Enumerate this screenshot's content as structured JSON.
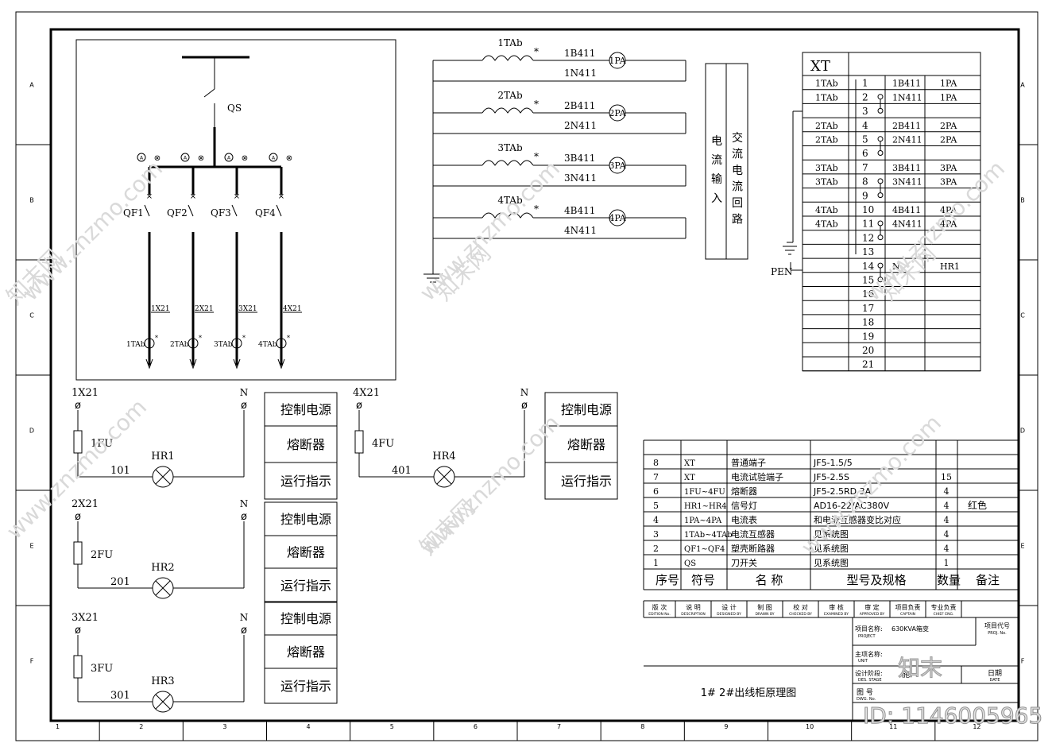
{
  "frame": {
    "rows": [
      "A",
      "B",
      "C",
      "D",
      "E",
      "F"
    ],
    "cols": [
      "1",
      "2",
      "3",
      "4",
      "5",
      "6",
      "7",
      "8",
      "9",
      "10",
      "11",
      "12"
    ]
  },
  "system": {
    "qs": "QS",
    "breakers": [
      "QF1",
      "QF2",
      "QF3",
      "QF4"
    ],
    "cables": [
      "1X21",
      "2X21",
      "3X21",
      "4X21"
    ],
    "cts": [
      "1TAb",
      "2TAb",
      "3TAb",
      "4TAb"
    ],
    "meter_symbols": [
      "A",
      "⊗"
    ]
  },
  "ct_circuits": [
    {
      "ct": "1TAb",
      "star": "*",
      "b": "1B411",
      "n": "1N411",
      "pa": "1PA"
    },
    {
      "ct": "2TAb",
      "star": "*",
      "b": "2B411",
      "n": "2N411",
      "pa": "2PA"
    },
    {
      "ct": "3TAb",
      "star": "*",
      "b": "3B411",
      "n": "3N411",
      "pa": "3PA"
    },
    {
      "ct": "4TAb",
      "star": "*",
      "b": "4B411",
      "n": "4N411",
      "pa": "4PA"
    }
  ],
  "vertical_labels": {
    "left": "电流输入",
    "right": "交流电流回路"
  },
  "terminal": {
    "title": "XT",
    "pen": "PEN",
    "rows": [
      {
        "ct": "1TAb",
        "no": "1",
        "wire": "1B411",
        "dev": "1PA"
      },
      {
        "ct": "1TAb",
        "no": "2",
        "wire": "1N411",
        "dev": "1PA"
      },
      {
        "ct": "",
        "no": "3",
        "wire": "",
        "dev": ""
      },
      {
        "ct": "2TAb",
        "no": "4",
        "wire": "2B411",
        "dev": "2PA"
      },
      {
        "ct": "2TAb",
        "no": "5",
        "wire": "2N411",
        "dev": "2PA"
      },
      {
        "ct": "",
        "no": "6",
        "wire": "",
        "dev": ""
      },
      {
        "ct": "3TAb",
        "no": "7",
        "wire": "3B411",
        "dev": "3PA"
      },
      {
        "ct": "3TAb",
        "no": "8",
        "wire": "3N411",
        "dev": "3PA"
      },
      {
        "ct": "",
        "no": "9",
        "wire": "",
        "dev": ""
      },
      {
        "ct": "4TAb",
        "no": "10",
        "wire": "4B411",
        "dev": "4PA"
      },
      {
        "ct": "4TAb",
        "no": "11",
        "wire": "4N411",
        "dev": "4PA"
      },
      {
        "ct": "",
        "no": "12",
        "wire": "",
        "dev": ""
      },
      {
        "ct": "",
        "no": "13",
        "wire": "",
        "dev": ""
      },
      {
        "ct": "",
        "no": "14",
        "wire": "N",
        "dev": "HR1"
      },
      {
        "ct": "",
        "no": "15",
        "wire": "",
        "dev": ""
      },
      {
        "ct": "",
        "no": "16",
        "wire": "",
        "dev": ""
      },
      {
        "ct": "",
        "no": "17",
        "wire": "",
        "dev": ""
      },
      {
        "ct": "",
        "no": "18",
        "wire": "",
        "dev": ""
      },
      {
        "ct": "",
        "no": "19",
        "wire": "",
        "dev": ""
      },
      {
        "ct": "",
        "no": "20",
        "wire": "",
        "dev": ""
      },
      {
        "ct": "",
        "no": "21",
        "wire": "",
        "dev": ""
      }
    ]
  },
  "control": {
    "circuits": [
      {
        "src": "1X21",
        "n": "N",
        "fu": "1FU",
        "wire": "101",
        "lamp": "HR1"
      },
      {
        "src": "2X21",
        "n": "N",
        "fu": "2FU",
        "wire": "201",
        "lamp": "HR2"
      },
      {
        "src": "3X21",
        "n": "N",
        "fu": "3FU",
        "wire": "301",
        "lamp": "HR3"
      },
      {
        "src": "4X21",
        "n": "N",
        "fu": "4FU",
        "wire": "401",
        "lamp": "HR4"
      }
    ],
    "labels": [
      "控制电源",
      "熔断器",
      "运行指示"
    ]
  },
  "bom": {
    "header": {
      "no": "序号",
      "sym": "符号",
      "name": "名 称",
      "spec": "型号及规格",
      "qty": "数量",
      "note": "备注"
    },
    "rows": [
      {
        "no": "8",
        "sym": "XT",
        "name": "普通端子",
        "spec": "JF5-1.5/5",
        "qty": "",
        "note": ""
      },
      {
        "no": "7",
        "sym": "XT",
        "name": "电流试验端子",
        "spec": "JF5-2.5S",
        "qty": "15",
        "note": ""
      },
      {
        "no": "6",
        "sym": "1FU~4FU",
        "name": "熔断器",
        "spec": "JF5-2.5RD 3A",
        "qty": "4",
        "note": ""
      },
      {
        "no": "5",
        "sym": "HR1~HR4",
        "name": "信号灯",
        "spec": "AD16-22/AC380V",
        "qty": "4",
        "note": "红色"
      },
      {
        "no": "4",
        "sym": "1PA~4PA",
        "name": "电流表",
        "spec": "和电流互感器变比对应",
        "qty": "4",
        "note": ""
      },
      {
        "no": "3",
        "sym": "1TAb~4TAb",
        "name": "电流互感器",
        "spec": "见系统图",
        "qty": "4",
        "note": ""
      },
      {
        "no": "2",
        "sym": "QF1~QF4",
        "name": "塑壳断路器",
        "spec": "见系统图",
        "qty": "4",
        "note": ""
      },
      {
        "no": "1",
        "sym": "QS",
        "name": "刀开关",
        "spec": "见系统图",
        "qty": "1",
        "note": ""
      }
    ]
  },
  "titleblock": {
    "sign_cells": [
      {
        "cn": "版 次",
        "en": "EDITION No."
      },
      {
        "cn": "说 明",
        "en": "DESCRIPTION"
      },
      {
        "cn": "设 计",
        "en": "DESIGNED BY"
      },
      {
        "cn": "制 图",
        "en": "DRAWN BY"
      },
      {
        "cn": "校 对",
        "en": "CHECKED BY"
      },
      {
        "cn": "审 核",
        "en": "EXAMINED BY"
      },
      {
        "cn": "审 定",
        "en": "APPROVED BY"
      },
      {
        "cn": "项目负责",
        "en": "CAPTAIN"
      },
      {
        "cn": "专业负责",
        "en": "CHIEF ENG."
      }
    ],
    "project_label": "项目名称:",
    "project_en": "PROJECT",
    "project_value": "630KVA箱变",
    "project_code": "项目代号",
    "project_code_en": "PROJ. No.",
    "sub_label": "主项名称:",
    "sub_en": "UNIT",
    "stage_label": "设计阶段:",
    "stage_en": "DES. STAGE",
    "stage_value": "施",
    "date_label": "日期",
    "date_en": "DATE",
    "drawing_title": "1# 2#出线柜原理图",
    "dwg_no_label": "图 号",
    "dwg_no_en": "DWG. No."
  },
  "watermark": {
    "logo": "知末",
    "id": "ID: 1146005965",
    "site": "www.znzmo.com",
    "brand": "知末网"
  }
}
